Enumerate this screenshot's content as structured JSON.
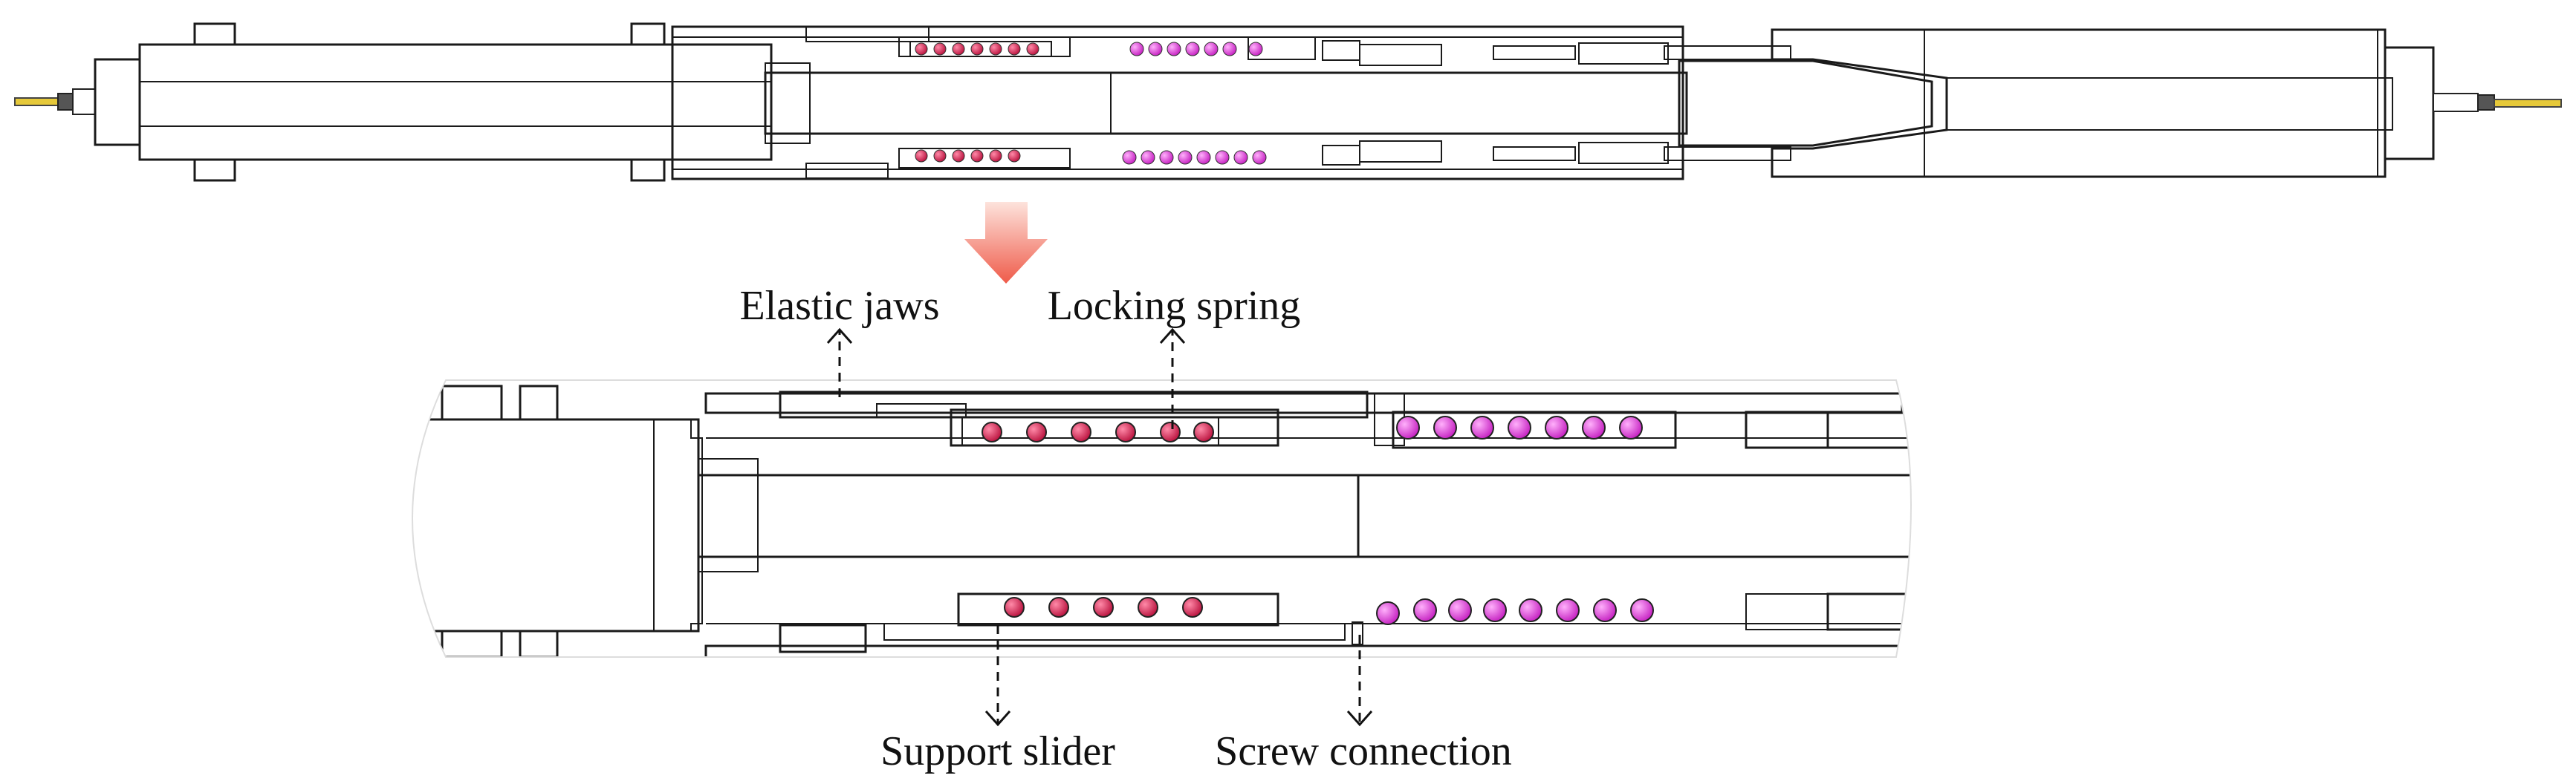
{
  "labels": {
    "elastic_jaws": "Elastic jaws",
    "locking_spring": "Locking spring",
    "support_slider": "Support slider",
    "screw_connection": "Screw connection"
  },
  "colors": {
    "housing_cream": "#f6f2cf",
    "mandrel_tan": "#c9b9ae",
    "jaw_green": "#22c93a",
    "slider_yellow": "#ece37a",
    "spring_magenta": "#e83fe0",
    "spring_crimson": "#e0185a",
    "sleeve_teal": "#3c7f8a",
    "seal_salmon": "#e8a095",
    "cone_blue": "#6a78e8",
    "block_gray": "#8e8e8e",
    "arrow_red": "#f06a5a"
  },
  "icons": {
    "down_arrow": "down-arrow-icon"
  }
}
